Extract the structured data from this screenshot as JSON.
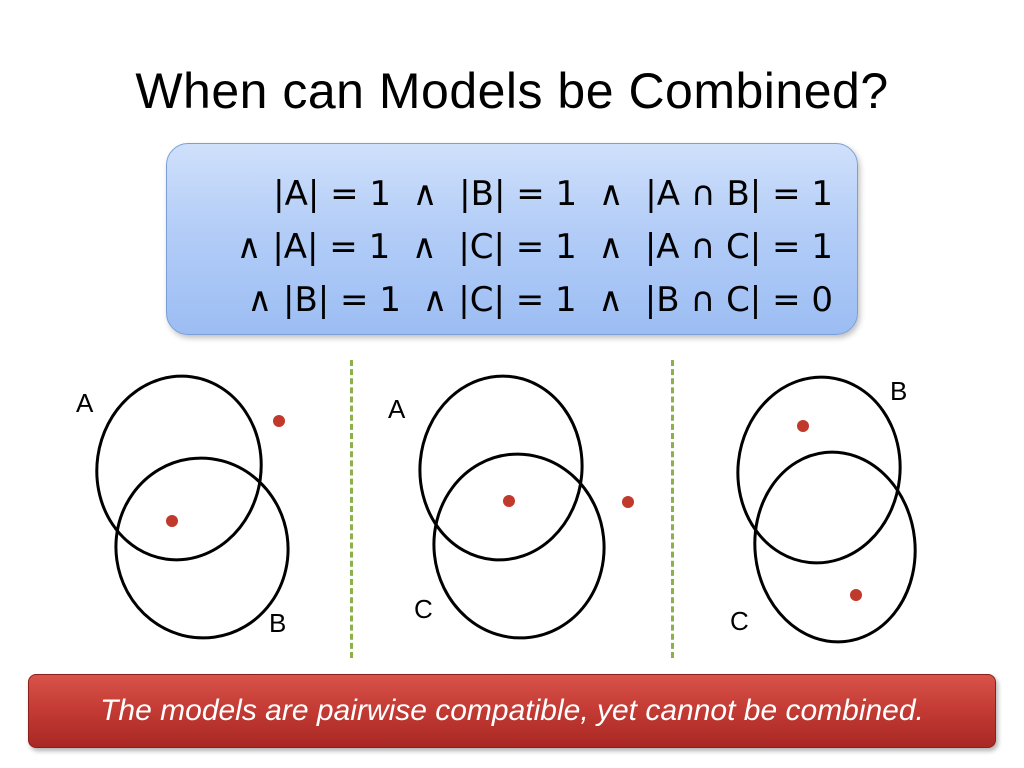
{
  "title": "When can Models be Combined?",
  "formula": {
    "lines": [
      "|A| = 1  ∧  |B| = 1  ∧  |A ∩ B| = 1",
      "∧ |A| = 1  ∧  |C| = 1  ∧  |A ∩ C| = 1",
      "∧ |B| = 1  ∧ |C| = 1  ∧  |B ∩ C| = 0"
    ]
  },
  "diagrams": [
    {
      "top_label": "A",
      "bottom_label": "B"
    },
    {
      "top_label": "A",
      "bottom_label": "C"
    },
    {
      "top_label": "B",
      "bottom_label": "C"
    }
  ],
  "banner": {
    "text": "The models are pairwise compatible, yet cannot be combined."
  },
  "colors": {
    "point": "#c0392b",
    "divider": "#8cb04a",
    "formula_box": "#b3cdf7",
    "banner": "#c23a33"
  }
}
